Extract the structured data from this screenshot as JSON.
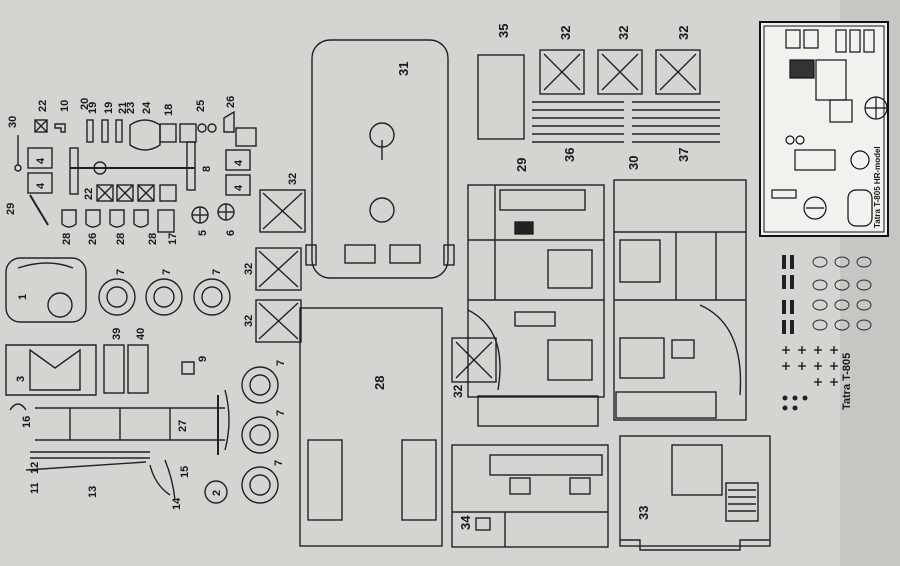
{
  "part_numbers": {
    "p1": "1",
    "p2": "2",
    "p3": "3",
    "p4a": "4",
    "p4b": "4",
    "p4c": "4",
    "p4d": "4",
    "p5": "5",
    "p6": "6",
    "p7a": "7",
    "p7b": "7",
    "p7c": "7",
    "p7d": "7",
    "p7e": "7",
    "p7f": "7",
    "p8": "8",
    "p9": "9",
    "p10": "10",
    "p11": "11",
    "p12": "12",
    "p13": "13",
    "p14": "14",
    "p15": "15",
    "p16": "16",
    "p17": "17",
    "p18": "18",
    "p19a": "19",
    "p19b": "19",
    "p20": "20",
    "p21": "21",
    "p22a": "22",
    "p22b": "22",
    "p23": "23",
    "p24": "24",
    "p25": "25",
    "p26a": "26",
    "p26b": "26",
    "p27": "27",
    "p28a": "28",
    "p28b": "28",
    "p28c": "28",
    "p28d": "28",
    "p29a": "29",
    "p29b": "29",
    "p30a": "30",
    "p30b": "30",
    "p31": "31",
    "p32a": "32",
    "p32b": "32",
    "p32c": "32",
    "p32d": "32",
    "p32e": "32",
    "p32f": "32",
    "p32g": "32",
    "p33": "33",
    "p34": "34",
    "p35": "35",
    "p36": "36",
    "p37": "37",
    "p39": "39",
    "p40": "40"
  },
  "pe_fret_label": "Tatra T-805 HR-model",
  "decal_label": "Tatra T-805"
}
